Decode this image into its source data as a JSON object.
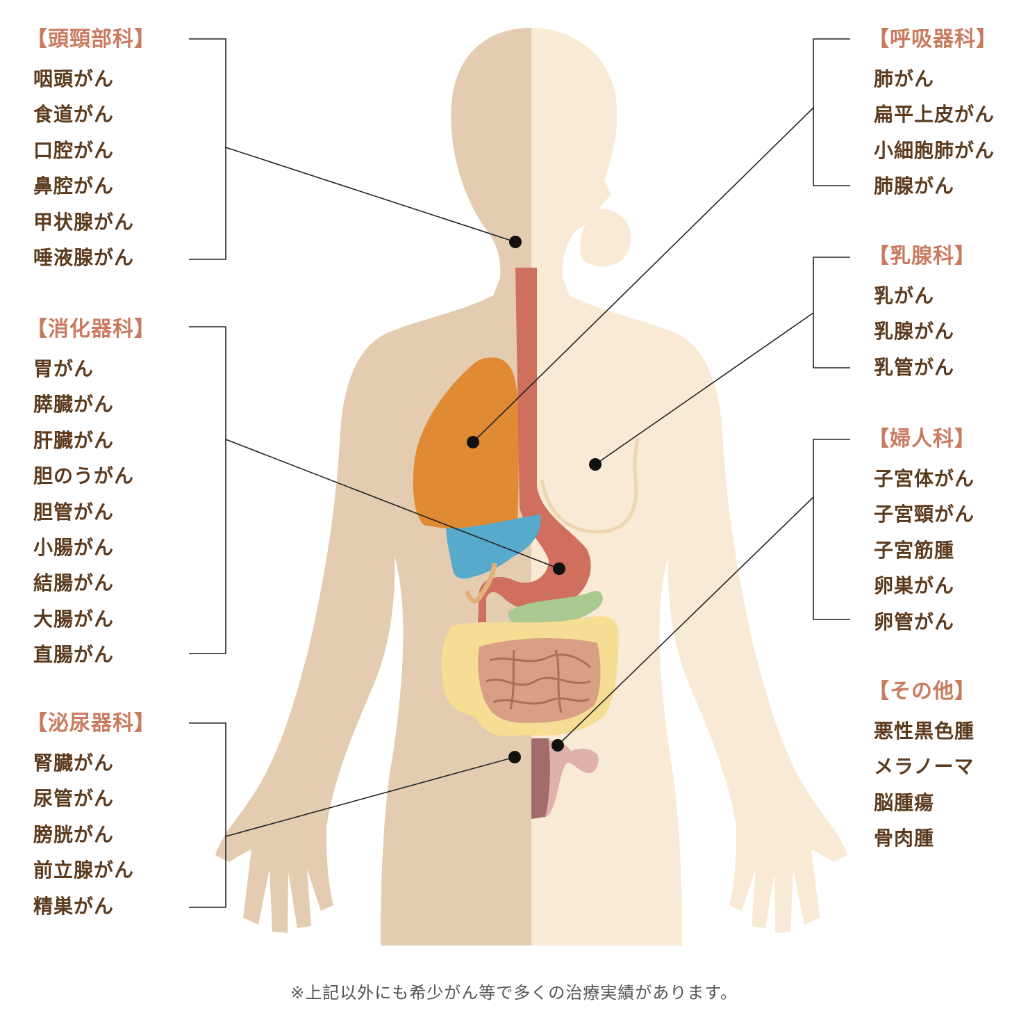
{
  "colors": {
    "body_left": "#e3ccaf",
    "body_right": "#f9ead6",
    "lung": "#e08b33",
    "esophagus_stomach": "#cf6f5d",
    "liver": "#57aacb",
    "pancreas": "#a9c990",
    "large_intestine": "#f5dd94",
    "small_intestine": "#d99f85",
    "uterus": "#e0b1ab",
    "bladder_dark": "#a36b6b",
    "title": "#c97a5f",
    "item": "#5b3a1d"
  },
  "groups": {
    "head_neck": {
      "title": "【頭頸部科】",
      "items": [
        "咽頭がん",
        "食道がん",
        "口腔がん",
        "鼻腔がん",
        "甲状腺がん",
        "唾液腺がん"
      ]
    },
    "digestive": {
      "title": "【消化器科】",
      "items": [
        "胃がん",
        "膵臓がん",
        "肝臓がん",
        "胆のうがん",
        "胆管がん",
        "小腸がん",
        "結腸がん",
        "大腸がん",
        "直腸がん"
      ]
    },
    "urology": {
      "title": "【泌尿器科】",
      "items": [
        "腎臓がん",
        "尿管がん",
        "膀胱がん",
        "前立腺がん",
        "精巣がん"
      ]
    },
    "respiratory": {
      "title": "【呼吸器科】",
      "items": [
        "肺がん",
        "扁平上皮がん",
        "小細胞肺がん",
        "肺腺がん"
      ]
    },
    "breast": {
      "title": "【乳腺科】",
      "items": [
        "乳がん",
        "乳腺がん",
        "乳管がん"
      ]
    },
    "gynecology": {
      "title": "【婦人科】",
      "items": [
        "子宮体がん",
        "子宮頸がん",
        "子宮筋腫",
        "卵巣がん",
        "卵管がん"
      ]
    },
    "other": {
      "title": "【その他】",
      "items": [
        "悪性黒色腫",
        "メラノーマ",
        "脳腫瘍",
        "骨肉腫"
      ]
    }
  },
  "note": "※上記以外にも希少がん等で多くの治療実績があります。"
}
